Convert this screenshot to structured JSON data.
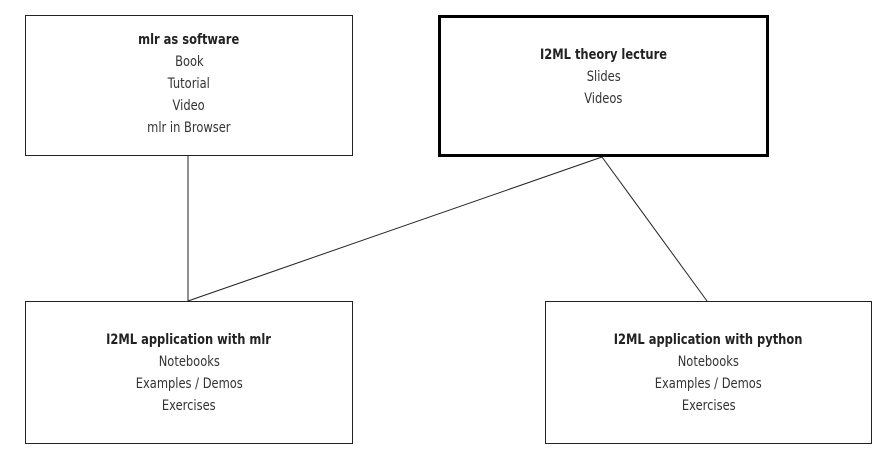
{
  "diagram": {
    "nodes": [
      {
        "id": "mlr-software",
        "title": "mlr as software",
        "items": [
          "Book",
          "Tutorial",
          "Video",
          "mlr in Browser"
        ],
        "emphasized": false
      },
      {
        "id": "i2ml-theory",
        "title": "I2ML theory lecture",
        "items": [
          "Slides",
          "Videos"
        ],
        "emphasized": true
      },
      {
        "id": "i2ml-mlr",
        "title": "I2ML application with mlr",
        "items": [
          "Notebooks",
          "Examples / Demos",
          "Exercises"
        ],
        "emphasized": false
      },
      {
        "id": "i2ml-python",
        "title": "I2ML application with python",
        "items": [
          "Notebooks",
          "Examples / Demos",
          "Exercises"
        ],
        "emphasized": false
      }
    ],
    "edges": [
      {
        "from": "mlr-software",
        "to": "i2ml-mlr"
      },
      {
        "from": "i2ml-theory",
        "to": "i2ml-mlr"
      },
      {
        "from": "i2ml-theory",
        "to": "i2ml-python"
      }
    ],
    "colors": {
      "line": "#222222",
      "background": "#ffffff",
      "thick_border": "#000000"
    }
  }
}
